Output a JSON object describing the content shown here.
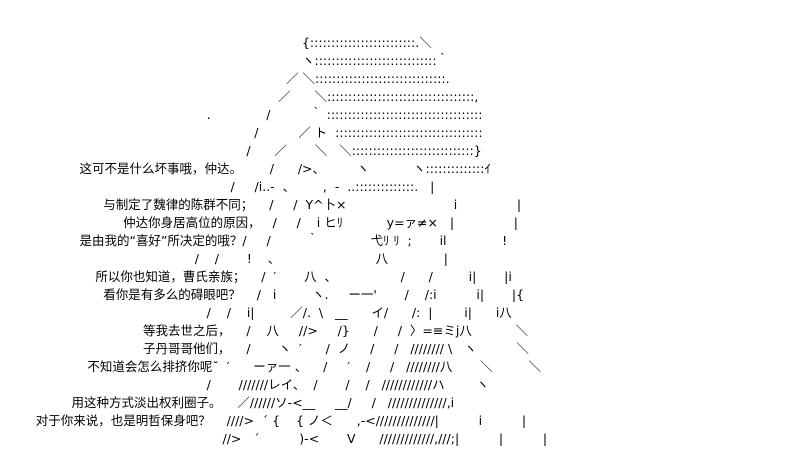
{
  "art_lines": [
    "                                                                            {:::::::::::::::::::::::::.＼",
    "                                                                            ヽ:::::::::::::::::::::::::::::｀",
    "                                                                        ／ ＼:::::::::::::::::::::::::::::::.",
    "                                                                      ／      ＼:::::::::::::::::::::::::::::::::::,",
    "                                                    .              /          ｀ :::::::::::::::::::::::::::::::::::::",
    "                                                                /          ／ ト  :::::::::::::::::::::::::::::::::::",
    "                                                              /      ／       ＼   ＼:::::::::::::::::::::::::::::}",
    "                    这可不是什么坏事哦，仲达。       /      />、        ヽ           ヽ::::::::::::::ｲ",
    "                                                          /     /i..-  、       ,  -  ..::::::::::::::.   |",
    "                          与制定了魏律的陈群不同；    /     /  Y^卜×                           i               |",
    "                               仲达你身居高位的原因，   /     /    i ヒﾘ           y=ァ≠×   |               |",
    "                    是由我的“喜好”所决定的哦？/     /         ｀             弋ﾘ ﾘ  ;       il              !",
    "                                                 /    /       !    、                        八              |",
    "                        所以你也知道，曹氏亲族；    /  ′       八  、                /      /         i|       |i",
    "                          看你是有多么的碍眼吧？    /   i         ヽ.     ー一'       /    /:i          i|       |{",
    "                                                    /    /    i|         ／/.  \\   __      イ/      /:  |        i|      i八",
    "                                    等我去世之后，    /    八     //>     /}      /     /  〉=≡ミj八           ＼",
    "                                    子丹哥哥他们，    /       ヽ  ′      /  ノ     /     /   //////// \\   ヽ          ＼",
    "                      不知道会怎么排挤你呢˘  ′      ーァ一 、    /     ′    /     /   ////////八       ＼         ＼",
    "                                                    /       ///////レイ、  /       /    /   ////////////ハ        ヽ",
    "                  用这种方式淡出权利圈子。    ／//////ソ-<__     __/     /   //////////////,i",
    "         对于你来说，也是明哲保身吧？    ////>  ´ {    { ノ＜      ,-<//////////////|          i          |",
    "                                                        //>   ´          )-<       V      /////////////,///;|          |          |"
  ]
}
